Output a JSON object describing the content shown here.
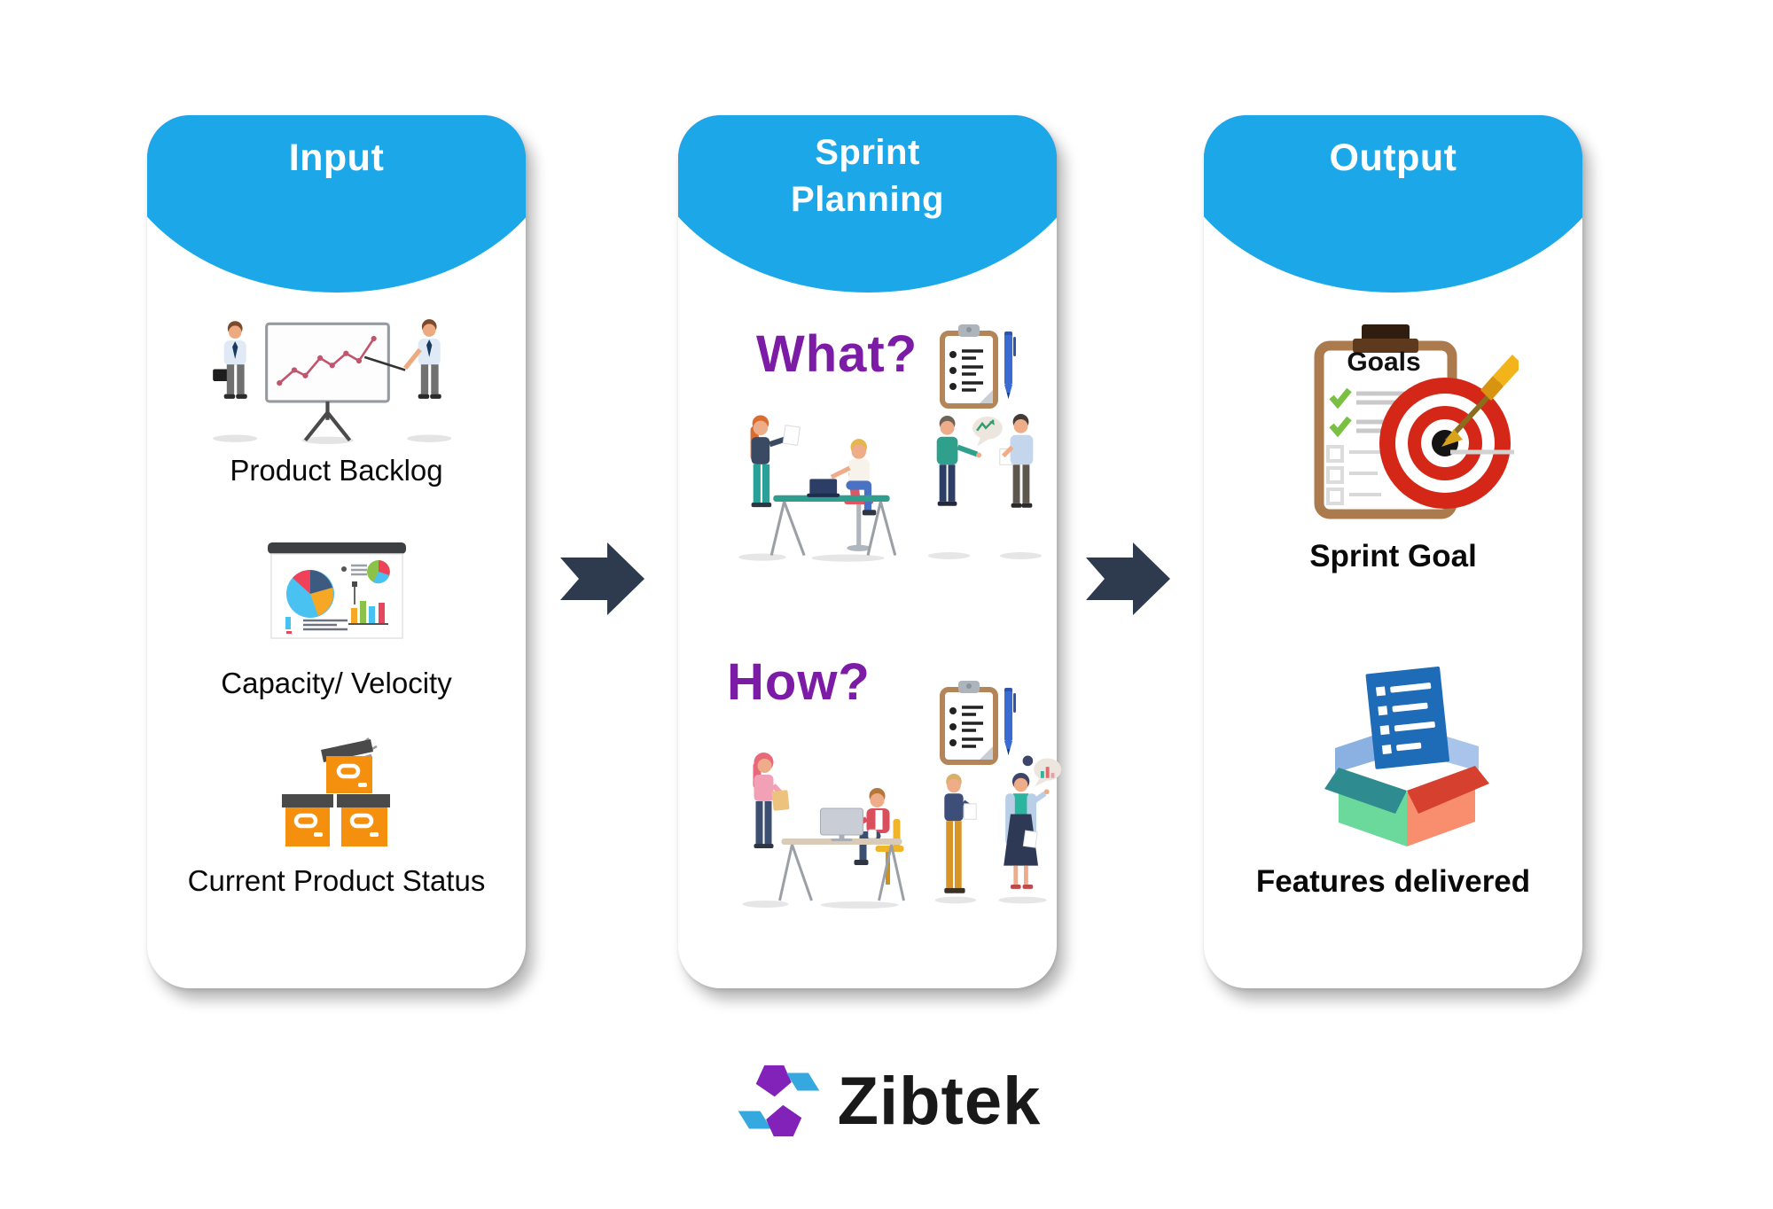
{
  "cards": [
    {
      "title": "Input",
      "items": [
        {
          "label": "Product Backlog",
          "icon": "businessmen-whiteboard-illustration"
        },
        {
          "label": "Capacity/ Velocity",
          "icon": "analytics-presentation-board-icon"
        },
        {
          "label": "Current Product Status",
          "icon": "stacked-shipping-boxes-icon"
        }
      ]
    },
    {
      "title": "Sprint Planning",
      "title_lines": [
        "Sprint",
        "Planning"
      ],
      "sections": [
        {
          "heading": "What?",
          "icon": "clipboard-checklist-pen-icon",
          "illustrations": [
            "team-desk-discussion-illustration",
            "two-people-talking-illustration"
          ]
        },
        {
          "heading": "How?",
          "icon": "clipboard-checklist-pen-icon",
          "illustrations": [
            "team-desk-computer-illustration",
            "two-people-chart-discussion-illustration"
          ]
        }
      ]
    },
    {
      "title": "Output",
      "items": [
        {
          "label": "Sprint Goal",
          "badge": "Goals",
          "icon": "goals-clipboard-target-icon"
        },
        {
          "label": "Features delivered",
          "icon": "open-box-documents-icon"
        }
      ]
    }
  ],
  "arrows": [
    {
      "name": "arrow-input-to-planning"
    },
    {
      "name": "arrow-planning-to-output"
    }
  ],
  "logo": {
    "text": "Zibtek"
  },
  "colors": {
    "header_blue": "#1ba7e8",
    "header_purple": "#8a12b4",
    "question_text": "#7c1ba6",
    "arrow": "#2e3b4e",
    "background": "#ffffff"
  }
}
